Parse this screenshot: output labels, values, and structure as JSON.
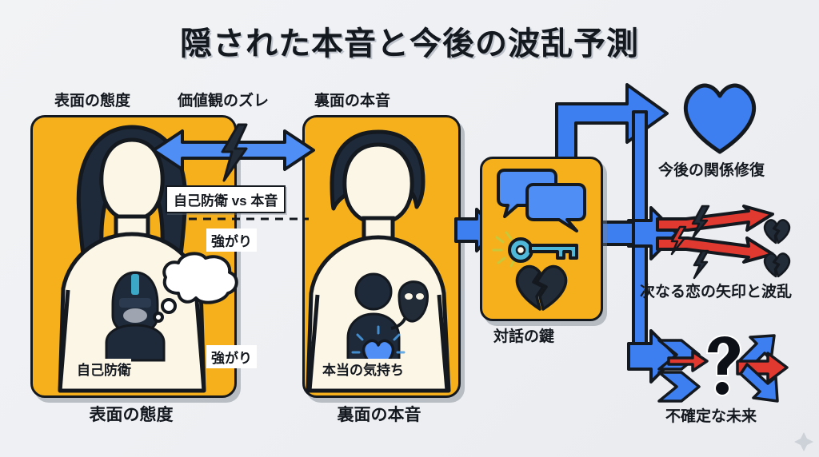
{
  "meta": {
    "title": "隠された本音と今後の波乱予測",
    "colors": {
      "accent_yellow": "#f5b01c",
      "accent_blue": "#3d7ff0",
      "accent_red": "#e03a30",
      "ink": "#14181f",
      "cream": "#fbf6e6",
      "background": "#eef0f3"
    }
  },
  "top_captions": {
    "left": "表面の態度",
    "middle": "価値観のズレ",
    "right": "裏面の本音"
  },
  "middle_gap": {
    "conflict_chip": "自己防衛 vs 本音",
    "bravado_upper": "強がり",
    "bravado_lower": "強がり"
  },
  "left_panel": {
    "inner_label": "自己防衛",
    "bottom_caption": "表面の態度",
    "icons": [
      "woman-silhouette-icon",
      "guarded-person-icon",
      "thought-bubble-icon"
    ]
  },
  "right_panel": {
    "inner_label": "本当の気持ち",
    "bottom_caption": "裏面の本音",
    "icons": [
      "man-silhouette-icon",
      "masked-person-icon",
      "glowing-heart-icon"
    ]
  },
  "center_card": {
    "caption": "対話の鍵",
    "icons": [
      "speech-bubble-icon",
      "speech-bubble-icon",
      "key-icon",
      "broken-heart-icon"
    ]
  },
  "outcomes": [
    {
      "id": "reconciliation",
      "label": "今後の関係修復",
      "icon": "blue-heart-icon",
      "color": "#3d7ff0"
    },
    {
      "id": "next-love",
      "label": "次なる恋の矢印と波乱",
      "icon": "crossed-red-arrows-icon",
      "color": "#e03a30"
    },
    {
      "id": "uncertain-future",
      "label": "不確定な未来",
      "icon": "question-mark-arrows-icon",
      "color": "#14181f"
    }
  ],
  "connectors": {
    "clash_arrow": "double-headed-arrow-with-lightning",
    "into_key_arrow": "blue-right-arrow",
    "branch_arrows": "blue-three-way-branch-arrow"
  }
}
